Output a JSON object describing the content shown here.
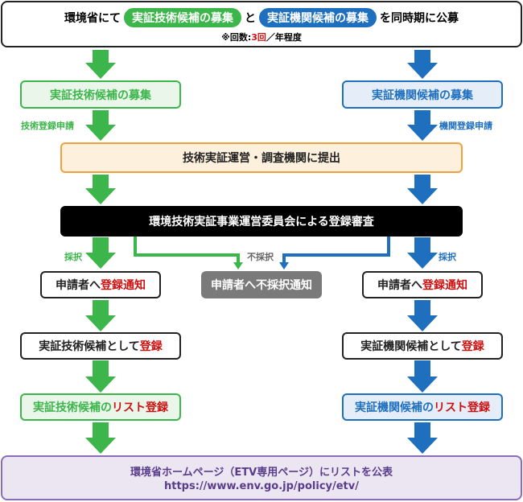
{
  "header": {
    "prefix": "環境省にて",
    "pill_tech": "実証技術候補の募集",
    "connector": "と",
    "pill_org": "実証機関候補の募集",
    "suffix": "を同時期に公募",
    "note_prefix": "※回数:",
    "note_count": "3回",
    "note_suffix": "／年程度"
  },
  "left": {
    "recruit": "実証技術候補の募集",
    "apply_label": "技術登録申請",
    "adopt_label": "採択",
    "notify_prefix": "申請者へ",
    "notify_red": "登録通知",
    "register_prefix": "実証技術候補として",
    "register_red": "登録",
    "list_prefix": "実証技術候補の",
    "list_red": "リスト登録"
  },
  "right": {
    "recruit": "実証機関候補の募集",
    "apply_label": "機関登録申請",
    "adopt_label": "採択",
    "notify_prefix": "申請者へ",
    "notify_red": "登録通知",
    "register_prefix": "実証機関候補として",
    "register_red": "登録",
    "list_prefix": "実証機関候補の",
    "list_red": "リスト登録"
  },
  "center": {
    "submit": "技術実証運営・調査機関に提出",
    "review": "環境技術実証事業運営委員会による登録審査",
    "reject_label": "不採択",
    "reject_notice": "申請者へ不採択通知"
  },
  "footer": {
    "line1": "環境省ホームページ（ETV専用ページ）にリストを公表",
    "line2": "https://www.env.go.jp/policy/etv/"
  },
  "colors": {
    "green": "#3cb54a",
    "blue": "#1f6fbf",
    "orange_border": "#f0a040",
    "purple_border": "#8a6cb8"
  }
}
